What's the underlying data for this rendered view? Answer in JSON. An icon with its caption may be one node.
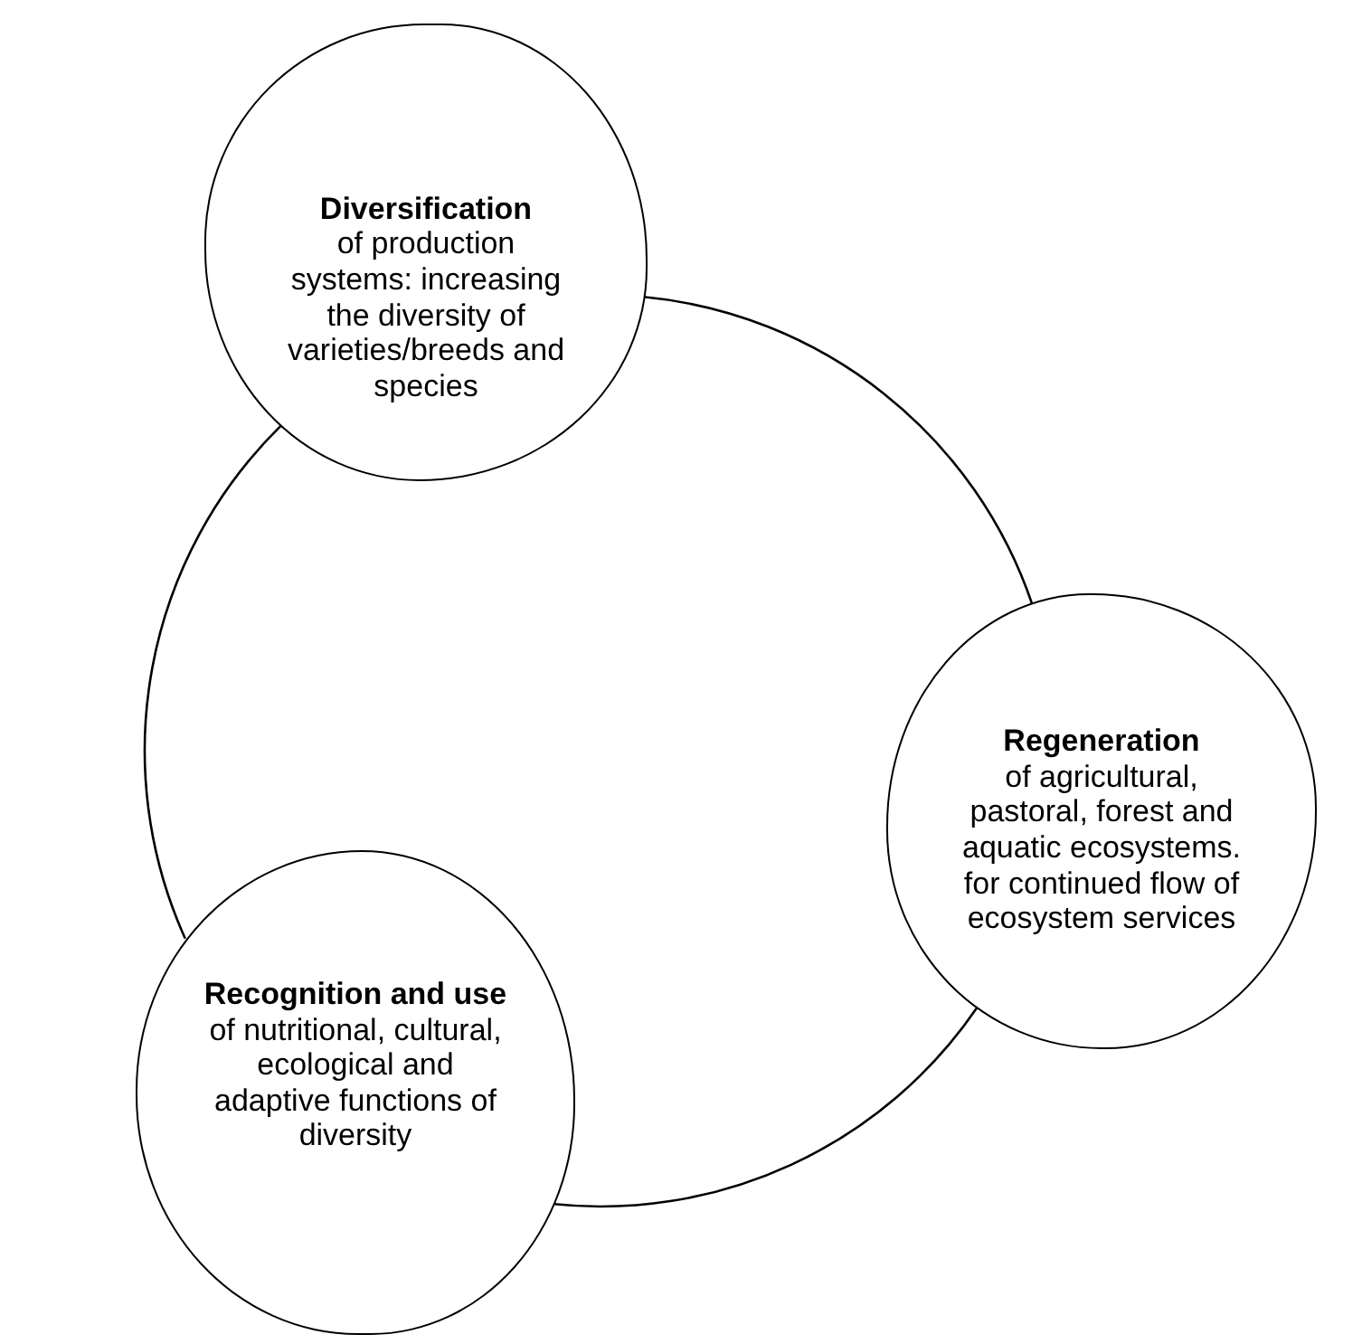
{
  "diagram": {
    "nodes": [
      {
        "text": [
          "Diversification",
          "of production systems: increasing the diversity of varieties/breeds and species"
        ]
      },
      {
        "text": [
          "Regeneration",
          "of agricultural, pastoral, forest and aquatic ecosystems. for continued flow of ecosystem services"
        ]
      },
      {
        "text": [
          "Recognition and use",
          "of nutritional, cultural, ecological and adaptive functions of diversity"
        ]
      }
    ],
    "edges": [
      {
        "from": 0,
        "to": 1,
        "arrow": "none"
      },
      {
        "from": 1,
        "to": 2,
        "arrow": "none"
      },
      {
        "from": 2,
        "to": 0,
        "arrow": "none"
      }
    ]
  }
}
